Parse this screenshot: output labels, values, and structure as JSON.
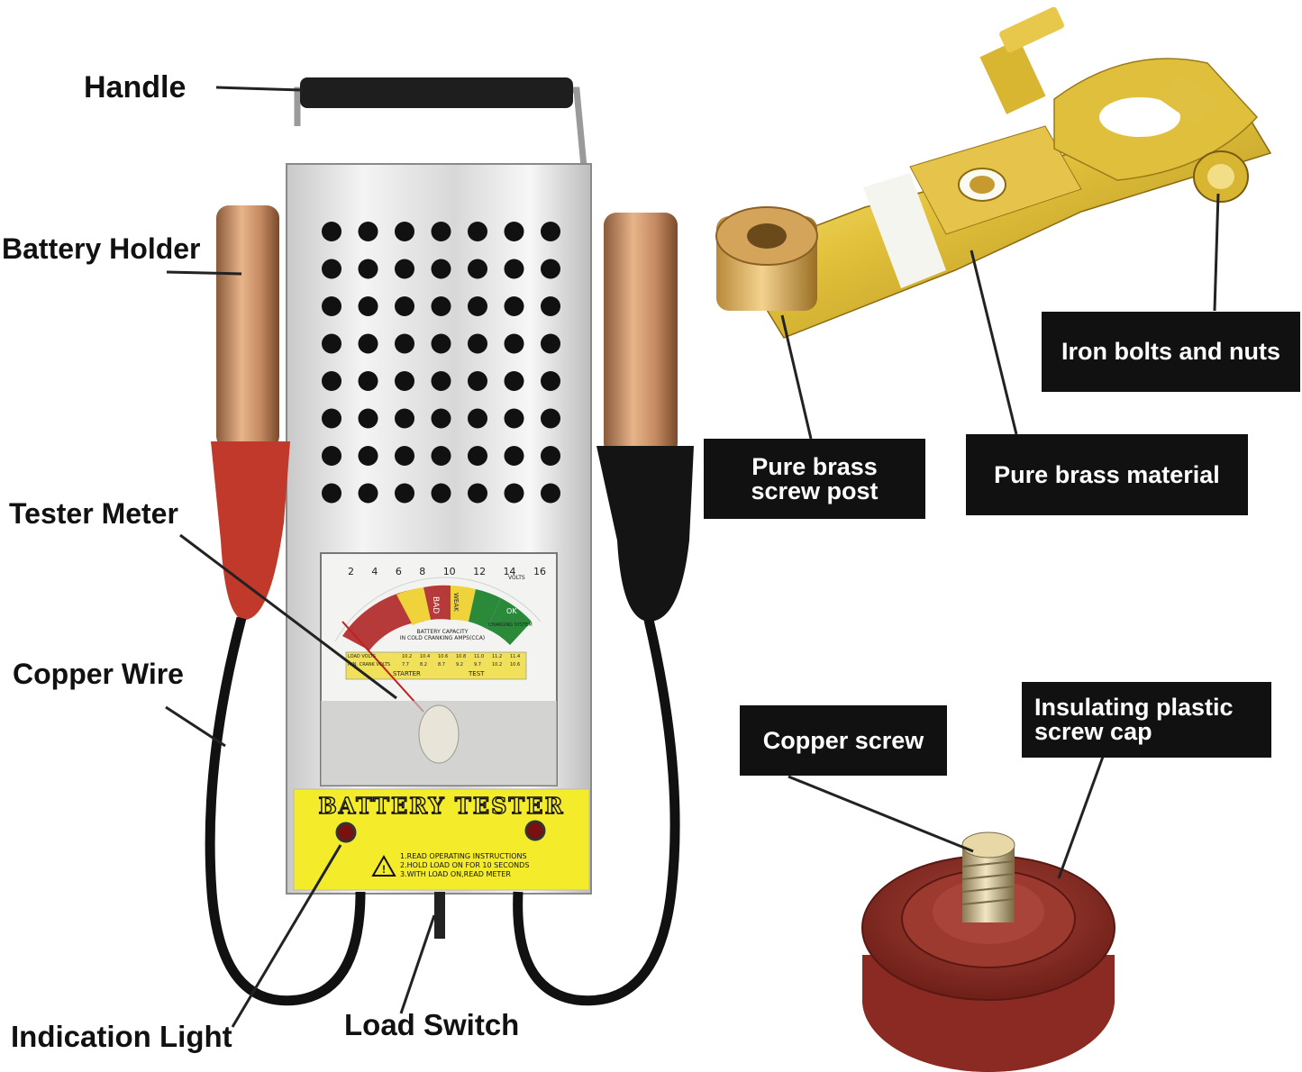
{
  "tester_labels": {
    "handle": "Handle",
    "battery_holder": "Battery Holder",
    "tester_meter": "Tester Meter",
    "copper_wire": "Copper Wire",
    "indication_light": "Indication Light",
    "load_switch": "Load Switch"
  },
  "terminal_labels": {
    "iron_bolts": "Iron bolts and nuts",
    "brass_post_line1": "Pure brass",
    "brass_post_line2": "screw post",
    "brass_material": "Pure brass material"
  },
  "cap_labels": {
    "copper_screw": "Copper screw",
    "insulating_cap_line1": "Insulating plastic",
    "insulating_cap_line2": "screw cap"
  },
  "panel": {
    "title": "BATTERY TESTER",
    "instruction_1": "1.READ OPERATING INSTRUCTIONS",
    "instruction_2": "2.HOLD LOAD ON FOR 10 SECONDS",
    "instruction_3": "3.WITH LOAD ON,READ METER"
  },
  "meter": {
    "volts_label": "VOLTS",
    "scale_numbers": [
      "2",
      "4",
      "6",
      "8",
      "10",
      "12",
      "14",
      "16"
    ],
    "bad_label": "BAD",
    "weak_label": "WEAK",
    "ok_label": "OK",
    "charging_label": "CHARGING SYSTEM",
    "capacity_line1": "BATTERY CAPACITY",
    "capacity_line2": "IN COLD CRANKING AMPS(CCA)",
    "load_volts_label": "LOAD VOLTS",
    "load_volts_values": [
      "10.2",
      "10.4",
      "10.6",
      "10.8",
      "11.0",
      "11.2",
      "11.4"
    ],
    "min_crank_label": "MIN. CRANK VOLTS",
    "min_crank_values": [
      "7.7",
      "8.2",
      "8.7",
      "9.2",
      "9.7",
      "10.2",
      "10.6"
    ],
    "starter_label": "STARTER",
    "test_label": "TEST"
  },
  "colors": {
    "tag_bg": "#111111",
    "panel_yellow": "#f4ec2a",
    "cap_red": "#8a2a22",
    "brass": "#d9b23a"
  }
}
